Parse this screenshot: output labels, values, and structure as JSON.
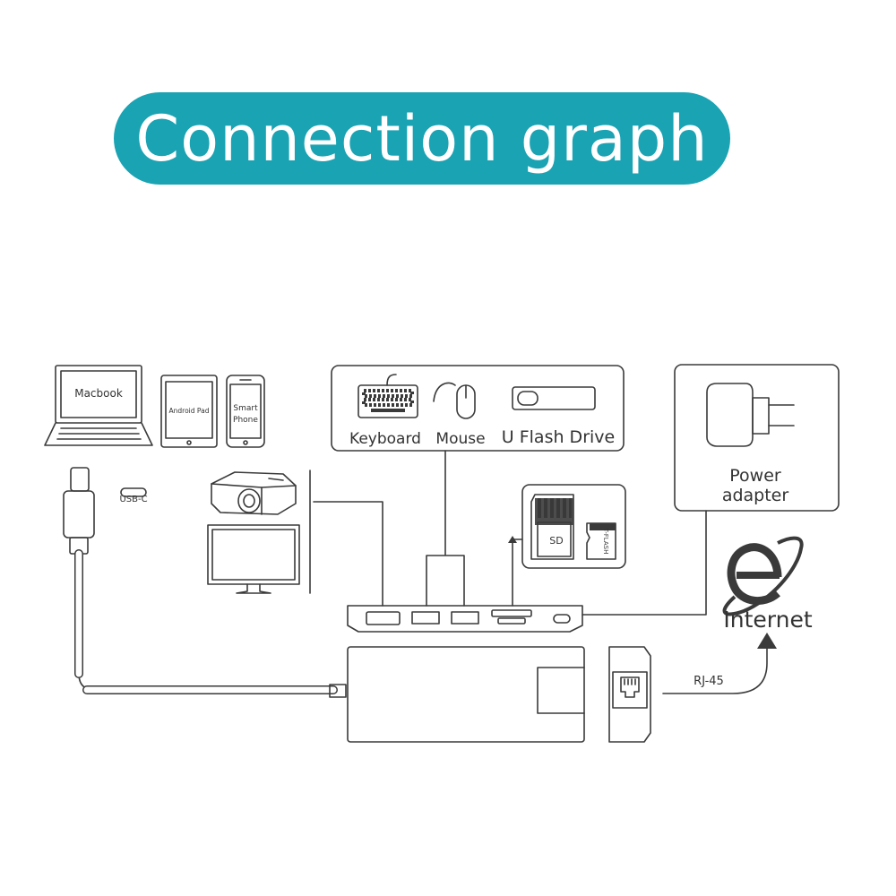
{
  "title": "Connection graph",
  "colors": {
    "accent": "#1aa3b3",
    "line": "#3a3a3a",
    "text": "#333333"
  },
  "devices": {
    "laptop": "Macbook",
    "tablet": "Android Pad",
    "phone_line1": "Smart",
    "phone_line2": "Phone",
    "usb_c_label": "USB-C"
  },
  "peripherals": {
    "keyboard": "Keyboard",
    "mouse": "Mouse",
    "flash_drive": "U Flash Drive"
  },
  "cards": {
    "sd": "SD",
    "tf": "T-FLASH"
  },
  "power": {
    "line1": "Power",
    "line2": "adapter"
  },
  "network": {
    "internet": "Internet",
    "rj45": "RJ-45"
  },
  "icons": [
    "laptop-icon",
    "tablet-icon",
    "phone-icon",
    "usb-c-plug-icon",
    "usb-c-port-icon",
    "projector-icon",
    "monitor-icon",
    "keyboard-icon",
    "mouse-icon",
    "flash-drive-icon",
    "sd-card-icon",
    "tf-card-icon",
    "power-adapter-icon",
    "internet-explorer-icon",
    "ethernet-port-icon",
    "usb-hub-icon"
  ]
}
